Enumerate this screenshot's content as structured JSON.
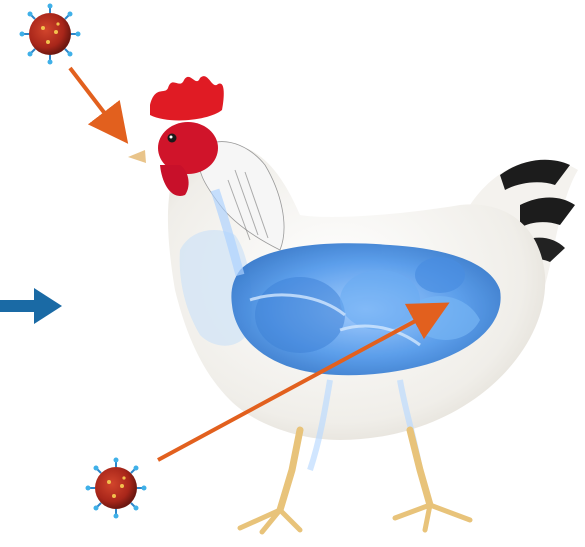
{
  "figure": {
    "subject_icon": "chicken-anatomy-icon",
    "pathogen_icon": "virus-particle-icon",
    "colors": {
      "arrow_orange": "#e2601e",
      "arrow_blue": "#1a6aa5",
      "organs_blue": "#3f8fe6",
      "comb_red": "#e01b24",
      "virus_red": "#b8281c",
      "virus_spike_blue": "#2e86c9"
    },
    "arrows": [
      {
        "name": "virus-to-head-arrow",
        "color": "orange"
      },
      {
        "name": "virus-to-body-arrow",
        "color": "orange"
      },
      {
        "name": "incoming-arrow",
        "color": "blue"
      }
    ]
  }
}
